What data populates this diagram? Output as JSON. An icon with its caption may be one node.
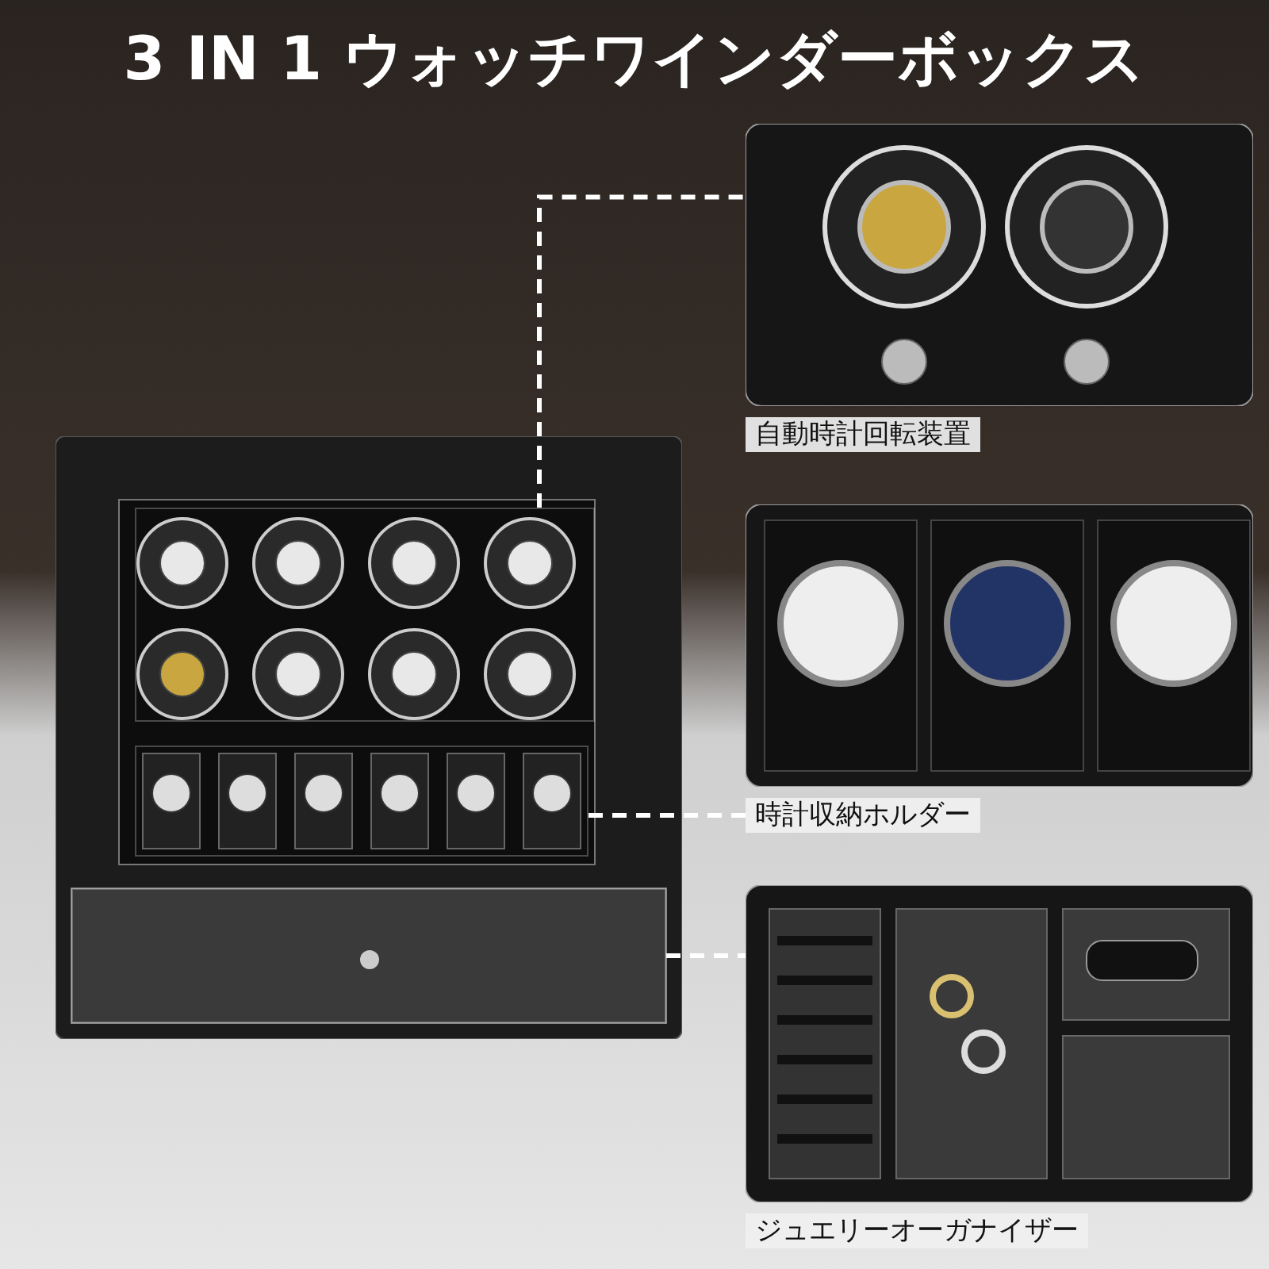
{
  "diagram": {
    "title": "3 IN 1 ウォッチワインダーボックス",
    "nodes": [
      {
        "text": [],
        "shape": "picture"
      },
      {
        "text": [
          "自動時計回転装置"
        ]
      },
      {
        "text": [
          "時計収納ホルダー"
        ]
      },
      {
        "text": [
          "ジュエリーオーガナイザー"
        ]
      },
      {
        "text": [],
        "shape": "box",
        "in": 0
      },
      {
        "text": [],
        "shape": "box",
        "in": 0
      },
      {
        "text": [],
        "shape": "box",
        "in": 0
      }
    ],
    "edges": [
      {
        "from": 4,
        "to": 1,
        "arrow": "none",
        "style": "dashed"
      },
      {
        "from": 5,
        "to": 2,
        "arrow": "none",
        "style": "dashed"
      },
      {
        "from": 6,
        "to": 3,
        "arrow": "none",
        "style": "dashed"
      }
    ]
  }
}
